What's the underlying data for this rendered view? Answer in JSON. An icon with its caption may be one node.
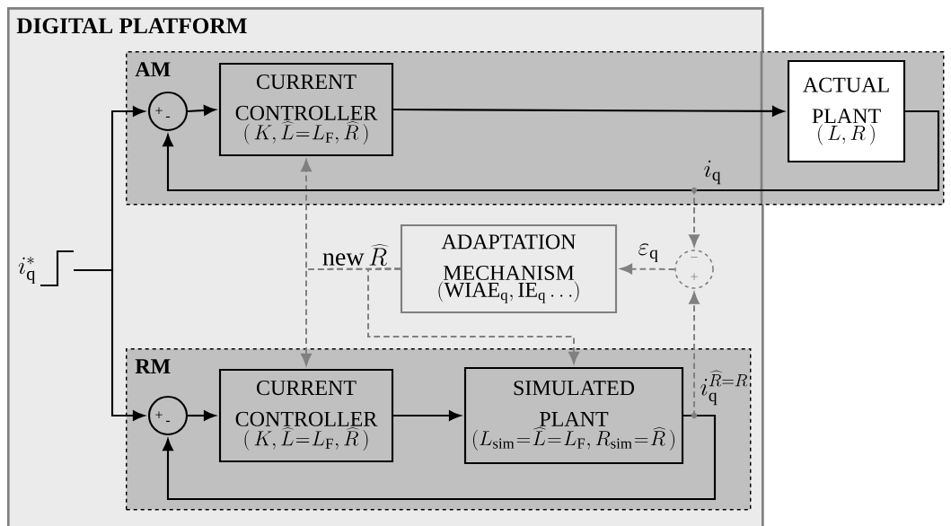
{
  "diagram": {
    "nodes": [
      {
        "text": [
          "DIGITAL PLATFORM"
        ]
      },
      {
        "text": [
          "AM"
        ]
      },
      {
        "text": [
          "+",
          "-"
        ]
      },
      {
        "text": [
          "CURRENT CONTROLLER",
          "(\\,K, \\widehat{L}=L_{\\mathrm{F}}, \\widehat{R}\\,)"
        ]
      },
      {
        "text": [
          "ACTUAL PLANT",
          "(\\,L, R\\,)"
        ],
        "in": 1
      },
      {
        "text": [
          "RM"
        ],
        "in": 0
      },
      {
        "text": [
          "+",
          "-"
        ],
        "in": 5
      },
      {
        "text": [
          "CURRENT CONTROLLER",
          "(\\,K, \\widehat{L}=L_{\\mathrm{F}}, \\widehat{R}\\,)"
        ],
        "in": 5
      },
      {
        "text": [
          "SIMULATED PLANT",
          "(L_{\\mathrm{sim}}=\\widehat{L}=L_{\\mathrm{F}}, R_{\\mathrm{sim}}=\\widehat{R}\\,)"
        ],
        "in": 5
      },
      {
        "text": [
          "ADAPTATION MECHANISM",
          "(\\mathrm{WIAE}_{\\mathrm{q}}, \\mathrm{IE}_{\\mathrm{q}}\\ldots)"
        ],
        "in": 0
      },
      {
        "text": [
          "−",
          "+"
        ],
        "in": 0
      },
      {
        "text": [
          "i_{\\mathrm{q}}^{*}"
        ],
        "in": 0
      }
    ],
    "edges": [
      {
        "from": 11,
        "to": 2,
        "arrow": "to"
      },
      {
        "from": 11,
        "to": 6,
        "arrow": "to"
      },
      {
        "from": 2,
        "to": 3,
        "arrow": "to"
      },
      {
        "from": 3,
        "to": 4,
        "arrow": "to"
      },
      {
        "from": 4,
        "to": 2,
        "arrow": "to"
      },
      {
        "from": 6,
        "to": 7,
        "arrow": "to"
      },
      {
        "from": 7,
        "to": 8,
        "arrow": "to"
      },
      {
        "from": 8,
        "to": 6,
        "arrow": "to"
      },
      {
        "from": 4,
        "to": 10,
        "arrow": "to",
        "style": "dashed",
        "color": "#808080",
        "label": "i_{\\mathrm{q}}"
      },
      {
        "from": 8,
        "to": 10,
        "arrow": "to",
        "style": "dashed",
        "color": "#808080",
        "label": "i_{\\mathrm{q}}^{\\widehat{R}=R}"
      },
      {
        "from": 10,
        "to": 9,
        "arrow": "to",
        "style": "dashed",
        "color": "#808080",
        "label": "\\varepsilon_{\\mathrm{q}}"
      },
      {
        "from": 9,
        "to": 3,
        "arrow": "to",
        "style": "dashed",
        "color": "#808080",
        "label": "\\mathrm{new}\\,\\widehat{R}"
      },
      {
        "from": 9,
        "to": 7,
        "arrow": "to",
        "style": "dashed",
        "color": "#808080"
      },
      {
        "from": 9,
        "to": 8,
        "arrow": "to",
        "style": "dashed",
        "color": "#808080"
      }
    ]
  }
}
